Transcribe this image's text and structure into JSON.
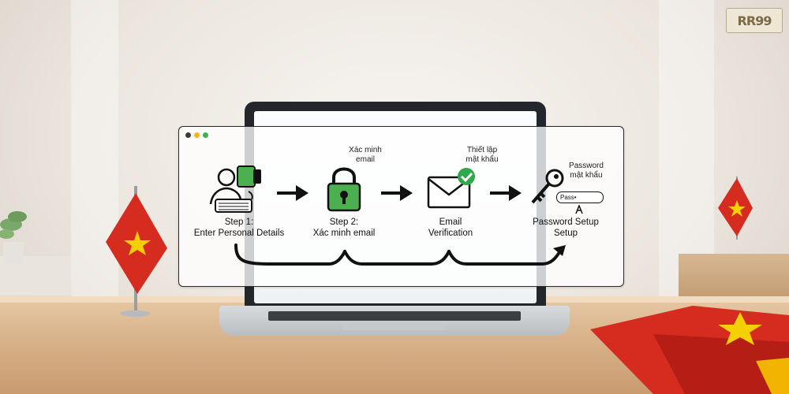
{
  "logo": {
    "text": "RR99"
  },
  "window_dots": {
    "colors": [
      "#3a3a3a",
      "#f5b51b",
      "#3bb54a"
    ]
  },
  "steps": [
    {
      "label_line1": "Step 1:",
      "label_line2": "Enter Personal Details",
      "icon": "user-keyboard-icon"
    },
    {
      "label_line1": "Step 2:",
      "label_line2": "Xác minh email",
      "caption_line1": "Xác minh",
      "caption_line2": "email",
      "icon": "padlock-icon"
    },
    {
      "label_line1": "Email",
      "label_line2": "Verification",
      "caption_line1": "Thiết lập",
      "caption_line2": "mật khẩu",
      "icon": "envelope-check-icon"
    },
    {
      "label_line1": "Password Setup",
      "label_line2": "Setup",
      "caption_line1": "Password",
      "caption_line2": "mật khẩu",
      "icon": "key-icon",
      "field_text": "Pass•"
    }
  ],
  "colors": {
    "lock_green": "#4caf50",
    "check_green": "#2ea84a",
    "flag_red": "#d62b1f",
    "flag_star": "#f5d000"
  }
}
